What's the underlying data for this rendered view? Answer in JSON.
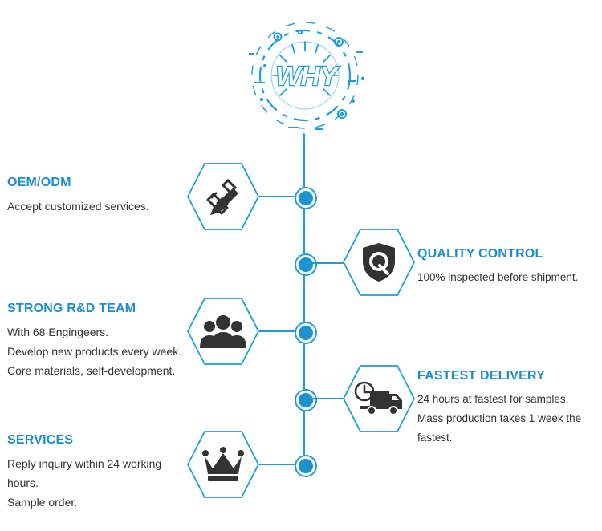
{
  "brand": {
    "accent": "#1b8dd0",
    "line_color": "#1a9fd8",
    "node_color": "#1b92d1",
    "icon_color": "#333333"
  },
  "header": {
    "emblem_text": "WHY"
  },
  "items": [
    {
      "title": "OEM/ODM",
      "lines": [
        "Accept customized services."
      ],
      "icon": "pencil-icon"
    },
    {
      "title": "QUALITY CONTROL",
      "lines": [
        "100% inspected before shipment."
      ],
      "icon": "shield-q-icon"
    },
    {
      "title": "STRONG R&D TEAM",
      "lines": [
        "With 68 Engingeers.",
        "Develop new products every week.",
        "Core materials, self-development."
      ],
      "icon": "team-icon"
    },
    {
      "title": "FASTEST DELIVERY",
      "lines": [
        "24 hours at fastest for samples.",
        "Mass production takes 1 week the",
        "fastest."
      ],
      "icon": "truck-clock-icon"
    },
    {
      "title": "SERVICES",
      "lines": [
        "Reply inquiry within 24 working",
        "hours.",
        "Sample order."
      ],
      "icon": "crown-icon"
    }
  ]
}
